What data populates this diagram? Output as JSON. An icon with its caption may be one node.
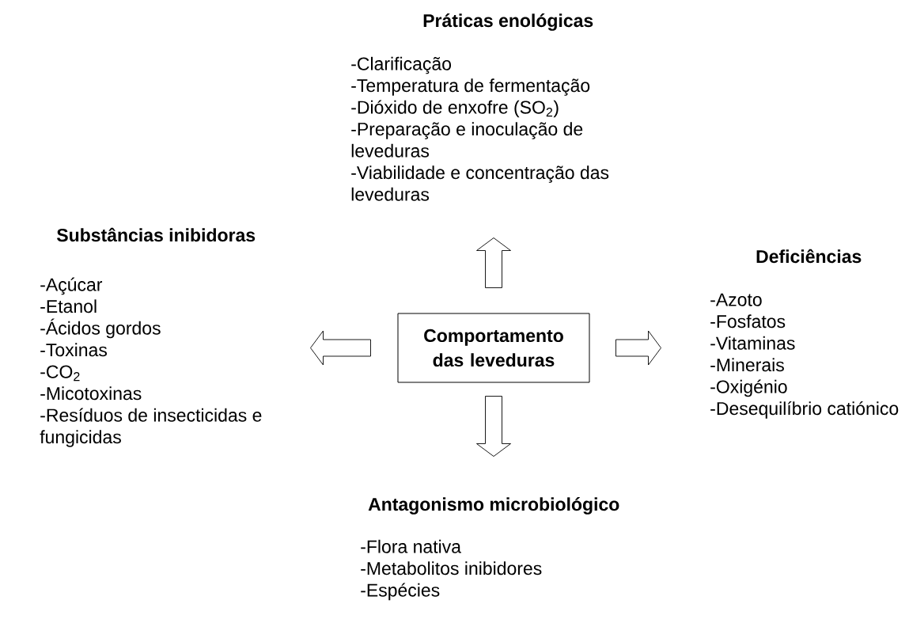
{
  "diagram": {
    "nodes": [
      {
        "text": [
          "Comportamento das leveduras"
        ]
      },
      {
        "text": [
          "Práticas enológicas",
          "-Clarificação",
          "-Temperatura de fermentação",
          "-Dióxido de enxofre (SO$_{2}$)",
          "-Preparação e inoculação de leveduras",
          "-Viabilidade e concentração das leveduras"
        ]
      },
      {
        "text": [
          "Substâncias inibidoras",
          "-Açúcar",
          "-Etanol",
          "-Ácidos gordos",
          "-Toxinas",
          "-CO$_{2}$",
          "-Micotoxinas",
          "-Resíduos de insecticidas e fungicidas"
        ]
      },
      {
        "text": [
          "Deficiências",
          "-Azoto",
          "-Fosfatos",
          "-Vitaminas",
          "-Minerais",
          "-Oxigénio",
          "-Desequilíbrio catiónico"
        ]
      },
      {
        "text": [
          "Antagonismo microbiológico",
          "-Flora nativa",
          "-Metabolitos inibidores",
          "-Espécies"
        ]
      }
    ],
    "edges": [
      {
        "from": 0,
        "to": 1,
        "arrow": "to"
      },
      {
        "from": 0,
        "to": 2,
        "arrow": "to"
      },
      {
        "from": 0,
        "to": 3,
        "arrow": "to"
      },
      {
        "from": 0,
        "to": 4,
        "arrow": "to"
      }
    ]
  }
}
